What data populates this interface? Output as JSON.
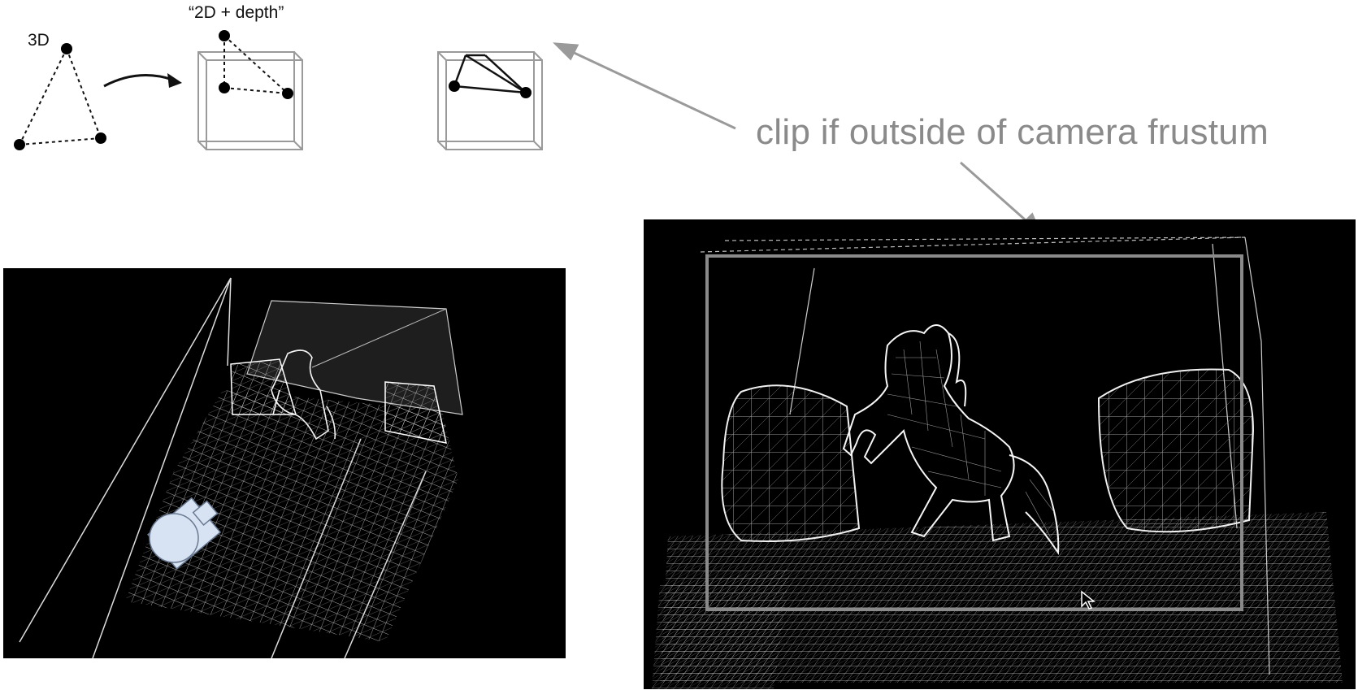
{
  "labels": {
    "three_d": "3D",
    "two_d_depth": "“2D + depth”",
    "clip_caption": "clip if outside of camera frustum"
  },
  "icons": {
    "arrow_curved": "curved-arrow-icon",
    "camera": "camera-icon",
    "cursor": "mouse-cursor-icon"
  },
  "colors": {
    "background": "#ffffff",
    "panel": "#000000",
    "wire": "#ffffff",
    "annotation": "#8a8a8a",
    "camera_fill": "#d7e3f2"
  }
}
